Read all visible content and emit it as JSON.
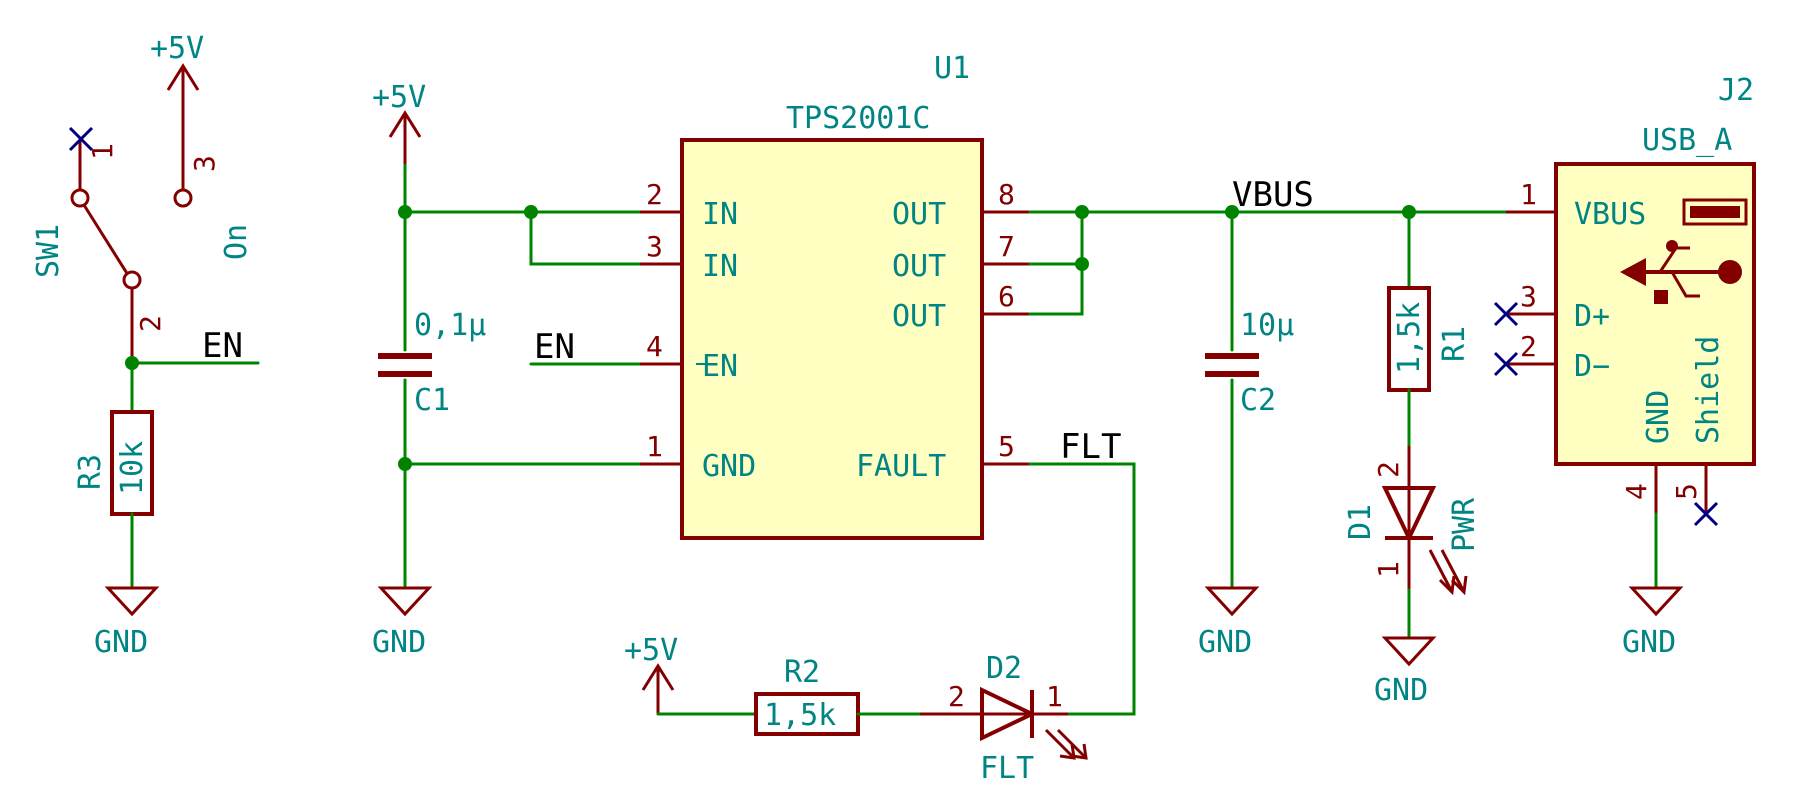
{
  "power": {
    "vcc_label": "+5V",
    "gnd_label": "GND"
  },
  "u1": {
    "ref": "U1",
    "value": "TPS2001C",
    "pins": {
      "in_a_num": "2",
      "in_a_name": "IN",
      "in_b_num": "3",
      "in_b_name": "IN",
      "en_num": "4",
      "en_name": "EN",
      "gnd_num": "1",
      "gnd_name": "GND",
      "out_a_num": "8",
      "out_a_name": "OUT",
      "out_b_num": "7",
      "out_b_name": "OUT",
      "out_c_num": "6",
      "out_c_name": "OUT",
      "fault_num": "5",
      "fault_name": "FAULT"
    }
  },
  "sw1": {
    "ref": "SW1",
    "value": "On",
    "pin1": "1",
    "pin2": "2",
    "pin3": "3"
  },
  "r3": {
    "ref": "R3",
    "value": "10k"
  },
  "c1": {
    "ref": "C1",
    "value": "0,1µ"
  },
  "c2": {
    "ref": "C2",
    "value": "10µ"
  },
  "r1": {
    "ref": "R1",
    "value": "1,5k"
  },
  "d1": {
    "ref": "D1",
    "value": "PWR",
    "pin1": "1",
    "pin2": "2"
  },
  "r2": {
    "ref": "R2",
    "value": "1,5k"
  },
  "d2": {
    "ref": "D2",
    "value": "FLT",
    "pin1": "1",
    "pin2": "2"
  },
  "j2": {
    "ref": "J2",
    "value": "USB_A",
    "pins": {
      "vbus_num": "1",
      "vbus_name": "VBUS",
      "dp_num": "3",
      "dp_name": "D+",
      "dm_num": "2",
      "dm_name": "D−",
      "gnd_num": "4",
      "gnd_name": "GND",
      "shield_num": "5",
      "shield_name": "Shield"
    }
  },
  "nets": {
    "en": "EN",
    "vbus": "VBUS",
    "flt": "FLT"
  },
  "colors": {
    "wire": "#008400",
    "body": "#840000",
    "fill": "#ffffc2",
    "text": "#008484",
    "noconnect": "#000084"
  }
}
